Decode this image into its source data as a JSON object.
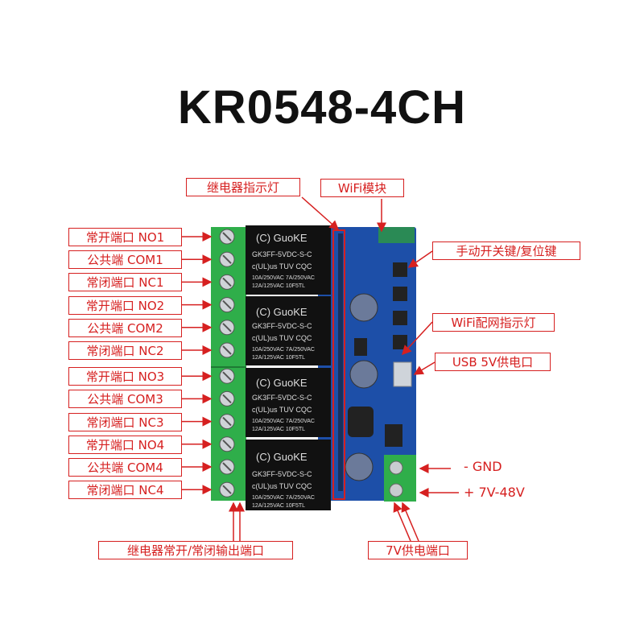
{
  "title": "KR0548-4CH",
  "left_labels": [
    "常开端口 NO1",
    "公共端 COM1",
    "常闭端口 NC1",
    "常开端口 NO2",
    "公共端 COM2",
    "常闭端口 NC2",
    "常开端口 NO3",
    "公共端 COM3",
    "常闭端口 NC3",
    "常开端口 NO4",
    "公共端 COM4",
    "常闭端口 NC4"
  ],
  "top_labels": {
    "relay_indicator": "继电器指示灯",
    "wifi_module": "WiFi模块"
  },
  "right_labels": {
    "manual_switch": "手动开关键/复位键",
    "wifi_indicator": "WiFi配网指示灯",
    "usb_power": "USB 5V供电口",
    "gnd": "-  GND",
    "vin": "+ 7V-48V"
  },
  "bottom_labels": {
    "relay_output": "继电器常开/常闭输出端口",
    "power_port": "7V供电端口"
  },
  "relay_print": {
    "brand": "GuoKE",
    "model_1": "GK3FF-5VDC-S-C",
    "model_2": "GK3FF-5VDC-S-C",
    "rating_1": "10A/250VAC 7A/250VAC",
    "rating_2": "12A/125VAC  10F5TL",
    "cert": "TUV  CQC"
  },
  "colors": {
    "accent": "#d62020",
    "pcb": "#1d4fa8",
    "terminal": "#2fae4a",
    "relay": "#111111"
  }
}
